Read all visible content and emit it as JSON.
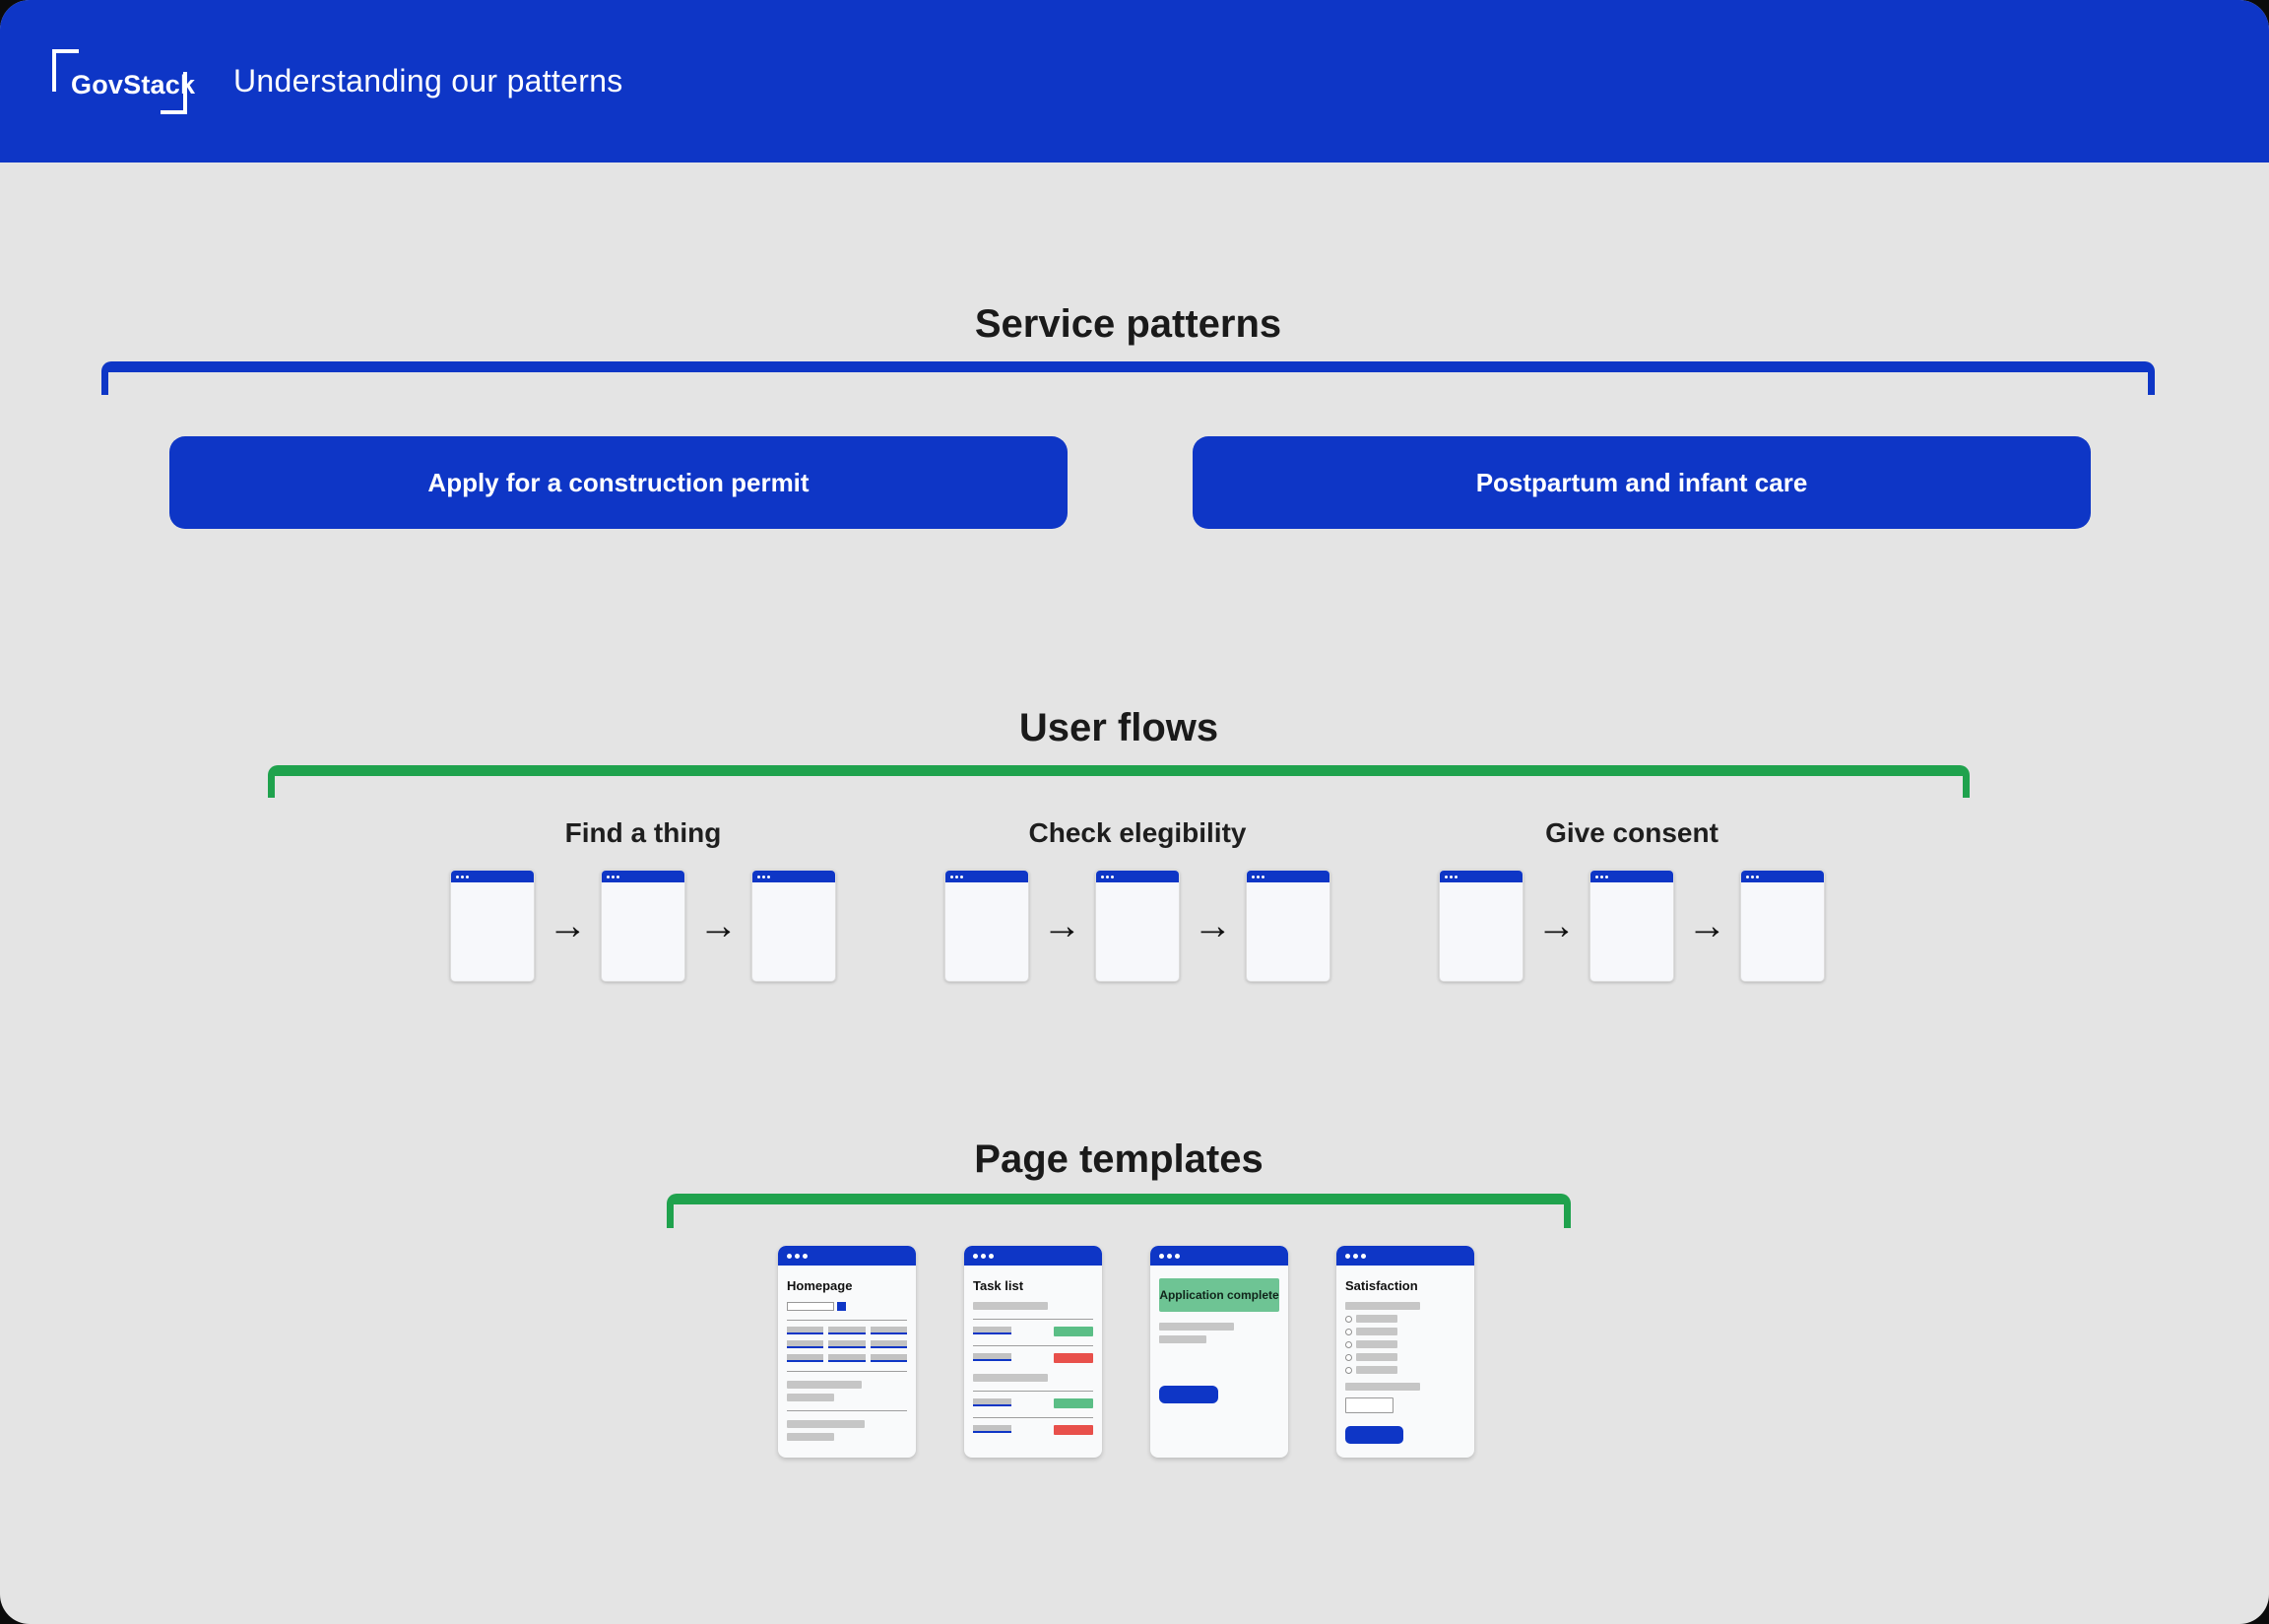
{
  "header": {
    "logo_text": "GovStack",
    "title": "Understanding our patterns"
  },
  "service_patterns": {
    "title": "Service patterns",
    "items": [
      {
        "label": "Apply for a construction permit"
      },
      {
        "label": "Postpartum and infant care"
      }
    ]
  },
  "user_flows": {
    "title": "User flows",
    "arrow": "→",
    "flows": [
      {
        "label": "Find a thing",
        "steps": 3
      },
      {
        "label": "Check elegibility",
        "steps": 3
      },
      {
        "label": "Give consent",
        "steps": 3
      }
    ]
  },
  "page_templates": {
    "title": "Page templates",
    "templates": [
      {
        "label": "Homepage"
      },
      {
        "label": "Task list"
      },
      {
        "label": "Application complete"
      },
      {
        "label": "Satisfaction"
      }
    ]
  },
  "icons": {
    "window_dots": "•••",
    "arrow_right": "→"
  },
  "colors": {
    "brand_blue": "#0E36C6",
    "bracket_green": "#1FA24D",
    "badge_green": "#5BBE86",
    "banner_green": "#6EC494",
    "badge_red": "#E8504B",
    "background": "#E4E4E4"
  }
}
